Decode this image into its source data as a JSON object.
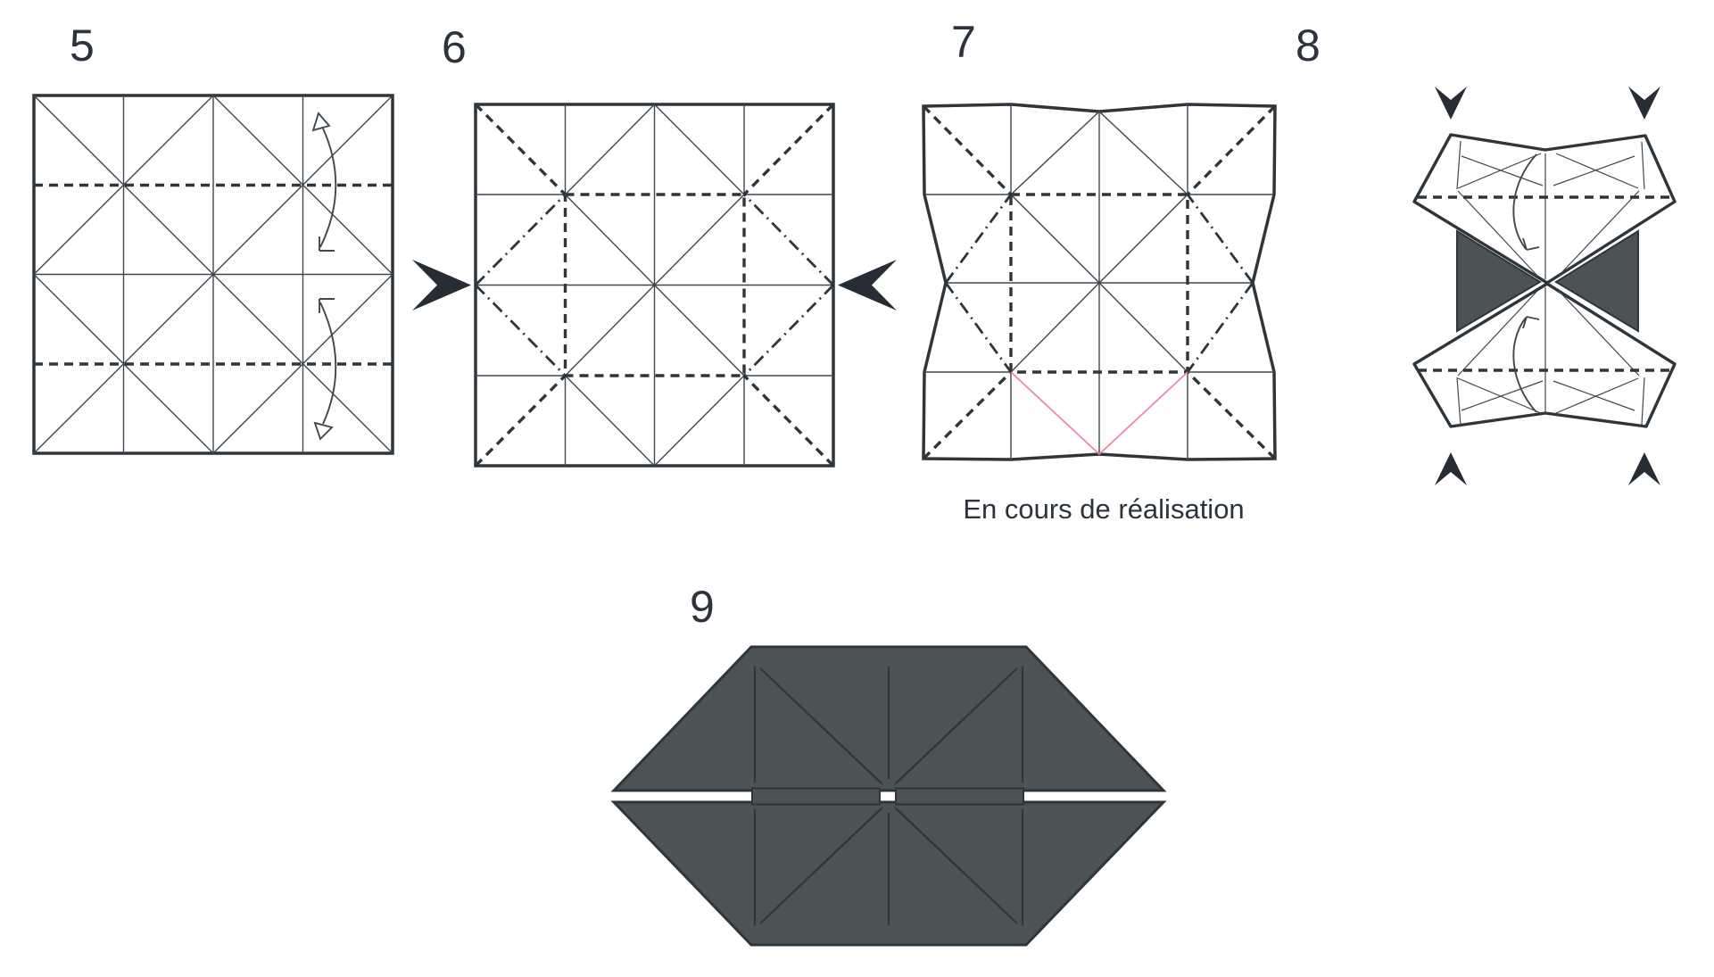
{
  "steps": [
    {
      "number": "5"
    },
    {
      "number": "6"
    },
    {
      "number": "7",
      "caption": "En cours de réalisation"
    },
    {
      "number": "8"
    },
    {
      "number": "9"
    }
  ],
  "colors": {
    "background": "#ffffff",
    "paper_dark": "#4b5357",
    "outline": "#2e353b",
    "thin_line": "#40474d",
    "pink_fold": "#f087a1",
    "arrow": "#272d35",
    "text": "#2c333d"
  },
  "icons": {
    "push_arrow": "solid-chevron",
    "collapse_arrow": "solid-v-arrowhead",
    "fold_arrow": "curved-arrow"
  }
}
